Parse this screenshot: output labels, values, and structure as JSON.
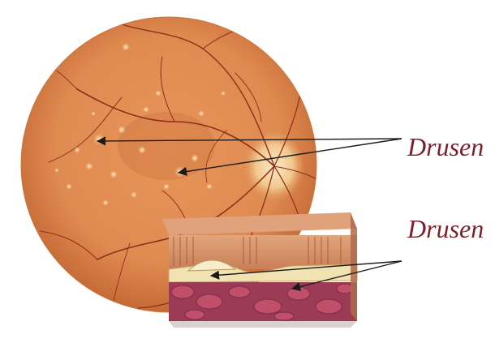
{
  "labels": {
    "drusen_fundus": "Drusen",
    "drusen_cross_section": "Drusen"
  },
  "colors": {
    "label_text": "#7a1f2b",
    "fundus_base": "#e0894f",
    "fundus_edge": "#b85a2a",
    "vessel": "#8e2f1c",
    "optic_disc": "#f6d7a6",
    "drusen_spot": "#f4c98a",
    "arrow": "#1a1a1a",
    "tissue_top": "#d99a6d",
    "tissue_layer_light": "#f0e0b0",
    "tissue_bottom": "#9c3b56"
  },
  "icons": {
    "fundus": "retina-fundus-illustration",
    "cross_section": "retina-cross-section-illustration"
  }
}
